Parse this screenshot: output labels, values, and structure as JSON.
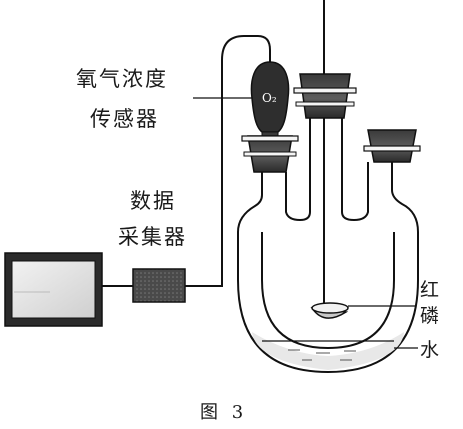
{
  "labels": {
    "sensor_line1": "氧气浓度",
    "sensor_line2": "传感器",
    "sensor_tag": "O₂",
    "collector_line1": "数据",
    "collector_line2": "采集器",
    "phosphorus_line1": "红",
    "phosphorus_line2": "磷",
    "water": "水",
    "caption": "图 3"
  }
}
